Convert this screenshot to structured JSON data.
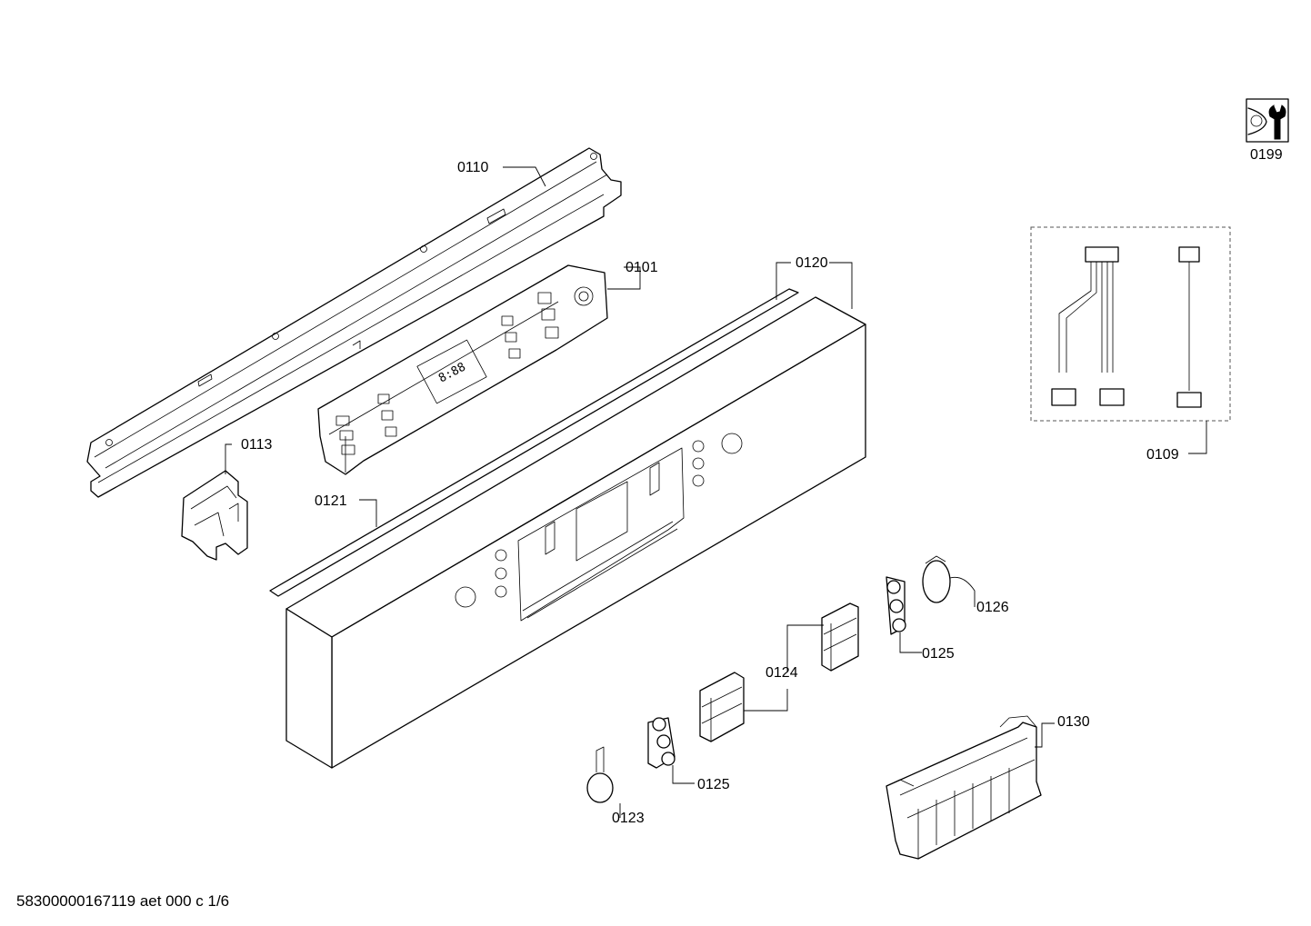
{
  "parts": {
    "p0199": "0199",
    "p0110": "0110",
    "p0101": "0101",
    "p0120": "0120",
    "p0109": "0109",
    "p0113": "0113",
    "p0121": "0121",
    "p0126": "0126",
    "p0125a": "0125",
    "p0124": "0124",
    "p0130": "0130",
    "p0125b": "0125",
    "p0123": "0123"
  },
  "footer": "58300000167119 aet 000 c 1/6",
  "display_digits": "8:88",
  "colors": {
    "line": "#000000",
    "background": "#ffffff",
    "frame_dash": "#555555"
  },
  "icons": {
    "service": "wrench-icon"
  }
}
